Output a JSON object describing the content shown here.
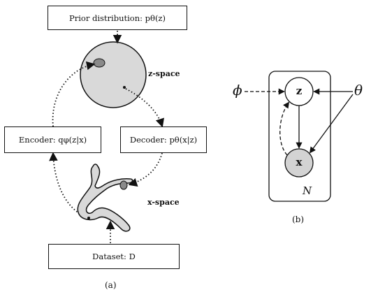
{
  "panel_a": {
    "prior_box": "Prior distribution: pθ(z)",
    "encoder_box": "Encoder: qφ(z|x)",
    "decoder_box": "Decoder: pθ(x|z)",
    "dataset_box": "Dataset: D",
    "z_space_label": "z-space",
    "x_space_label": "x-space",
    "caption": "(a)"
  },
  "panel_b": {
    "node_z": "z",
    "node_x": "x",
    "phi": "ϕ",
    "theta": "θ",
    "plate_label": "N",
    "caption": "(b)"
  },
  "colors": {
    "ink": "#111111",
    "fill_gray": "#d9d9d9",
    "node_gray": "#d3d3d3",
    "blob_dark": "#8a8a8a"
  }
}
